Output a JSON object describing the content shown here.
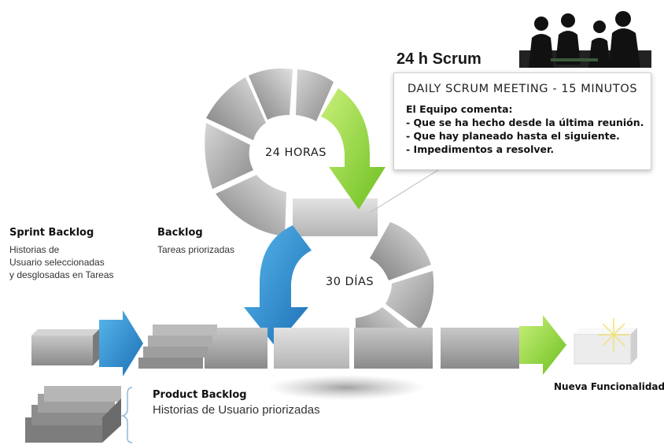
{
  "scrum": {
    "title": "24 h Scrum",
    "meeting_title": "DAILY SCRUM MEETING - 15 MINUTOS",
    "lines": [
      "El Equipo comenta:",
      "- Que se ha hecho desde la última reunión.",
      "- Que hay planeado hasta el siguiente.",
      "- Impedimentos a resolver."
    ]
  },
  "cycle": {
    "hours_label": "24 HORAS",
    "days_label": "30 DÍAS"
  },
  "sprint_backlog": {
    "title": "Sprint Backlog",
    "lines": [
      "Historias de",
      "Usuario seleccionadas",
      "y desglosadas en Tareas"
    ]
  },
  "backlog": {
    "title": "Backlog",
    "subtitle": "Tareas priorizadas"
  },
  "product_backlog": {
    "title": "Product Backlog",
    "subtitle": "Historias de Usuario priorizadas"
  },
  "output": {
    "label": "Nueva Funcionalidad"
  },
  "colors": {
    "green": "#8fd63a",
    "blue": "#2a8fd0",
    "gray": "#9a9a9a"
  }
}
